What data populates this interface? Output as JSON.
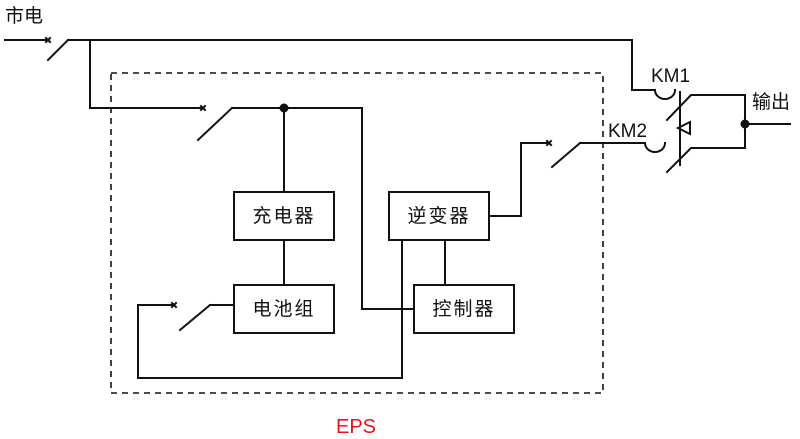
{
  "diagram": {
    "title_mains": "市电",
    "output_label": "输出",
    "contactor_1": "KM1",
    "contactor_2": "KM2",
    "enclosure_label": "EPS",
    "enclosure_label_color": "#e8141b",
    "blocks": {
      "charger": "充电器",
      "battery": "电池组",
      "inverter": "逆变器",
      "controller": "控制器"
    }
  }
}
